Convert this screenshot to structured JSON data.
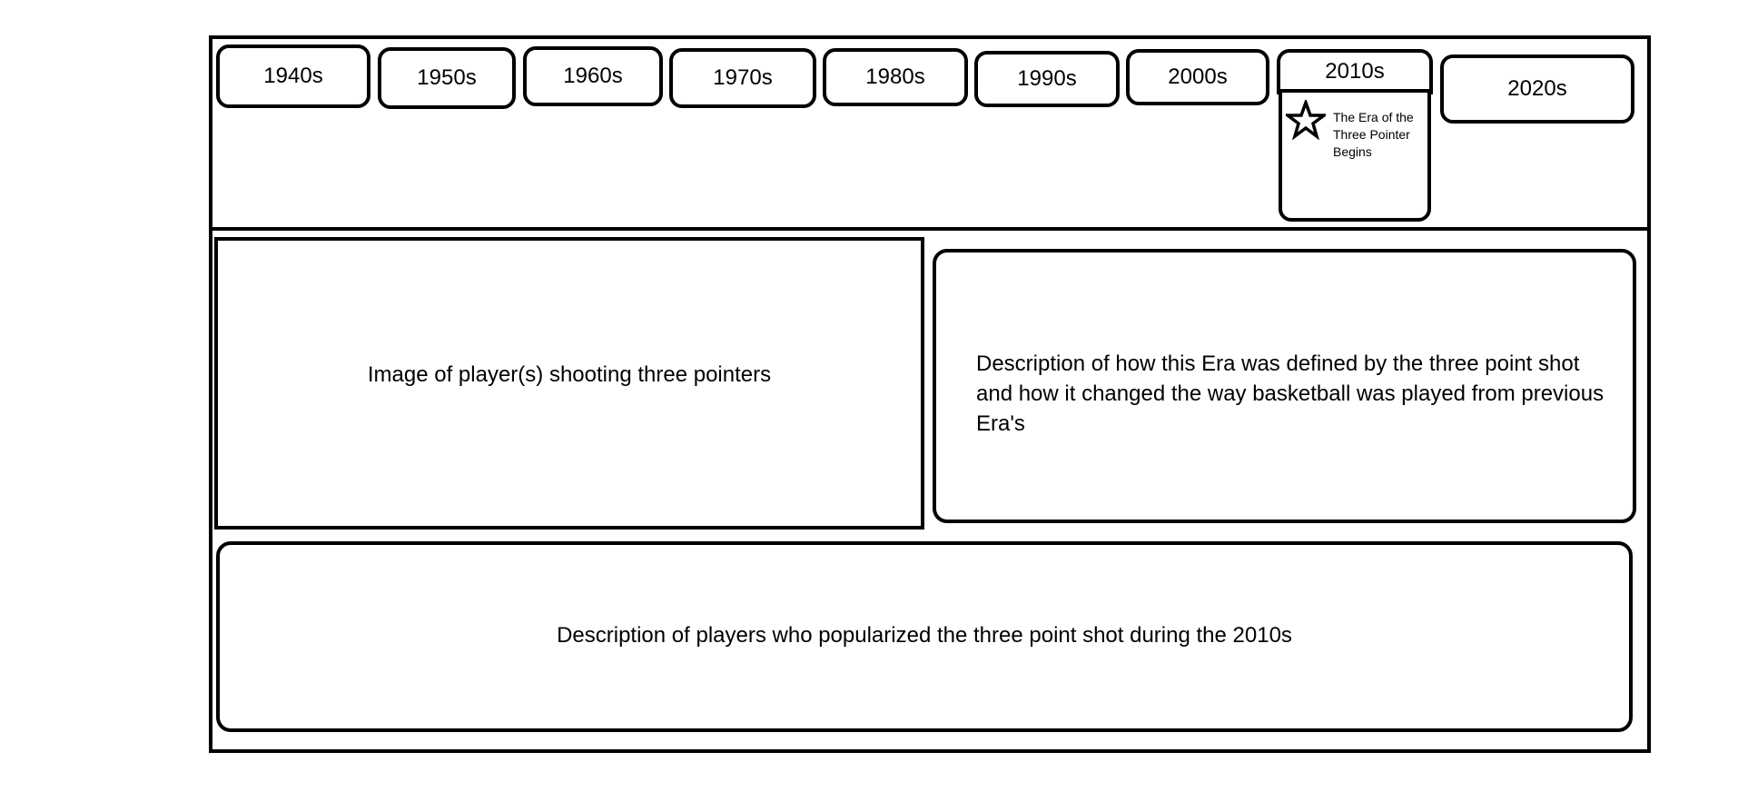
{
  "timeline": {
    "tabs": [
      {
        "label": "1940s"
      },
      {
        "label": "1950s"
      },
      {
        "label": "1960s"
      },
      {
        "label": "1970s"
      },
      {
        "label": "1980s"
      },
      {
        "label": "1990s"
      },
      {
        "label": "2000s"
      },
      {
        "label": "2010s"
      },
      {
        "label": "2020s"
      }
    ],
    "active_tab": "2010s",
    "panel": {
      "icon": "star-icon",
      "text": "The Era of the Three Pointer Begins"
    }
  },
  "main": {
    "image_placeholder": "Image of player(s) shooting three pointers",
    "era_description": "Description of how this Era was defined by the three point shot and how it changed the way basketball was played from previous Era's"
  },
  "footer": {
    "players_description": "Description of players who popularized the three point shot during the 2010s"
  }
}
